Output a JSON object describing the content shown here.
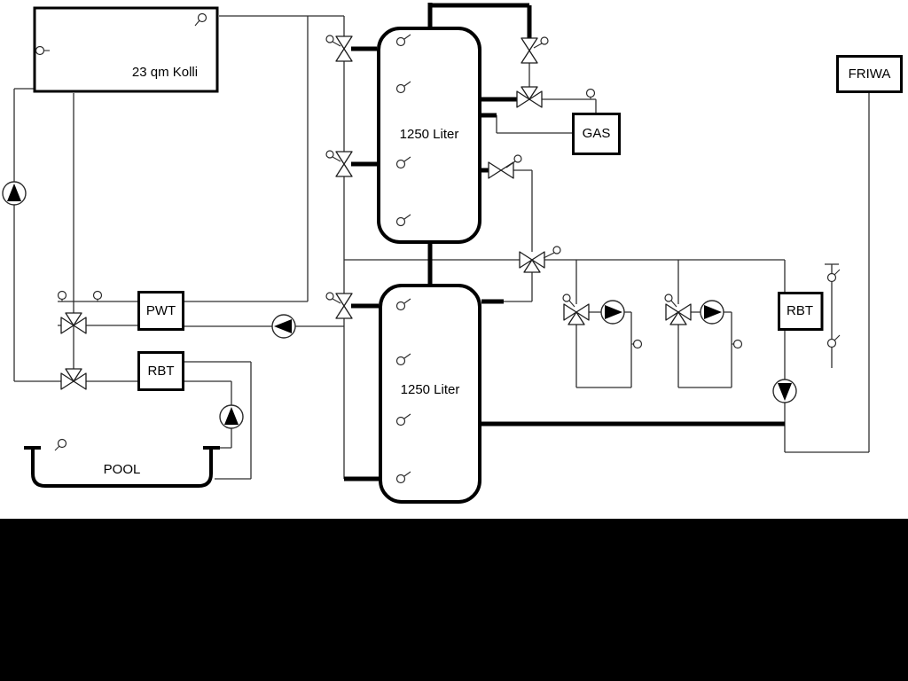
{
  "diagram": {
    "background": "#ffffff",
    "footer_color": "#000000",
    "pipe_color": "#000000",
    "line_color": "#2f2f2f",
    "labels": {
      "collector": "23 qm Kolli",
      "upper_tank": "1250 Liter",
      "lower_tank": "1250 Liter",
      "pwt": "PWT",
      "rbt_pool": "RBT",
      "gas": "GAS",
      "friwa": "FRIWA",
      "rbt_dhw": "RBT",
      "pool": "POOL"
    },
    "components": {
      "pumps": [
        {
          "name": "solar-pump",
          "direction": "up"
        },
        {
          "name": "charge-pump",
          "direction": "left"
        },
        {
          "name": "pool-pump",
          "direction": "up"
        },
        {
          "name": "heating-circuit-1-pump",
          "direction": "right"
        },
        {
          "name": "heating-circuit-2-pump",
          "direction": "right"
        },
        {
          "name": "dhw-pump",
          "direction": "down"
        }
      ],
      "valve_count": 11,
      "temperature_sensor_count": 18,
      "valve_actuator_count": 8
    }
  }
}
